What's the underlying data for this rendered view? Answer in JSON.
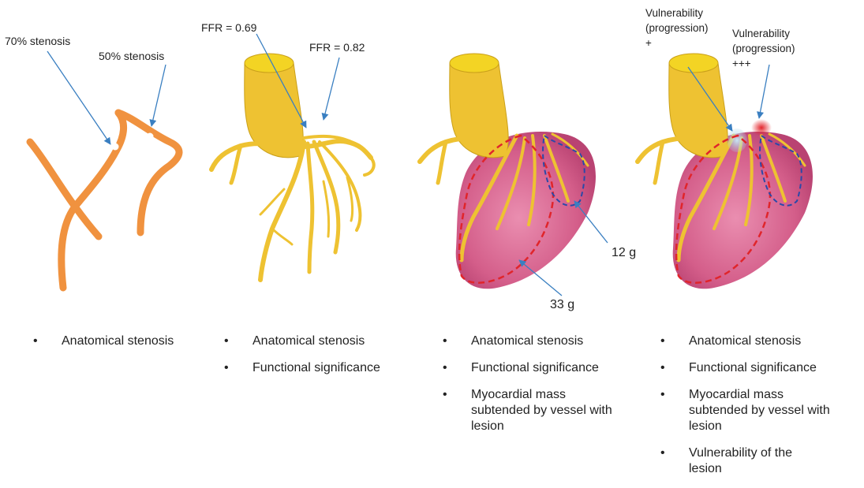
{
  "panels": [
    {
      "bullets": [
        "Anatomical stenosis"
      ],
      "annotations": [
        "70% stenosis",
        "50% stenosis"
      ]
    },
    {
      "bullets": [
        "Anatomical stenosis",
        "Functional significance"
      ],
      "annotations": [
        "FFR = 0.69",
        "FFR = 0.82"
      ]
    },
    {
      "bullets": [
        "Anatomical stenosis",
        "Functional significance",
        "Myocardial mass subtended by vessel with lesion"
      ],
      "annotations": [
        "12 g",
        "33 g"
      ]
    },
    {
      "bullets": [
        "Anatomical stenosis",
        "Functional significance",
        "Myocardial mass subtended by vessel with lesion",
        "Vulnerability of the lesion"
      ],
      "annotations": [
        "Vulnerability (progression) +",
        "Vulnerability (progression) +++"
      ]
    }
  ],
  "colors": {
    "vessel_schematic": "#f0923f",
    "vessel_3d": "#eec232",
    "myocardium": "#d45e8a",
    "arrow": "#3a7fc1",
    "mass_outline_large": "#e0252b",
    "mass_outline_small": "#2b49a8",
    "plaque_mild": "#a9d6ea",
    "plaque_severe": "#e3242b"
  }
}
